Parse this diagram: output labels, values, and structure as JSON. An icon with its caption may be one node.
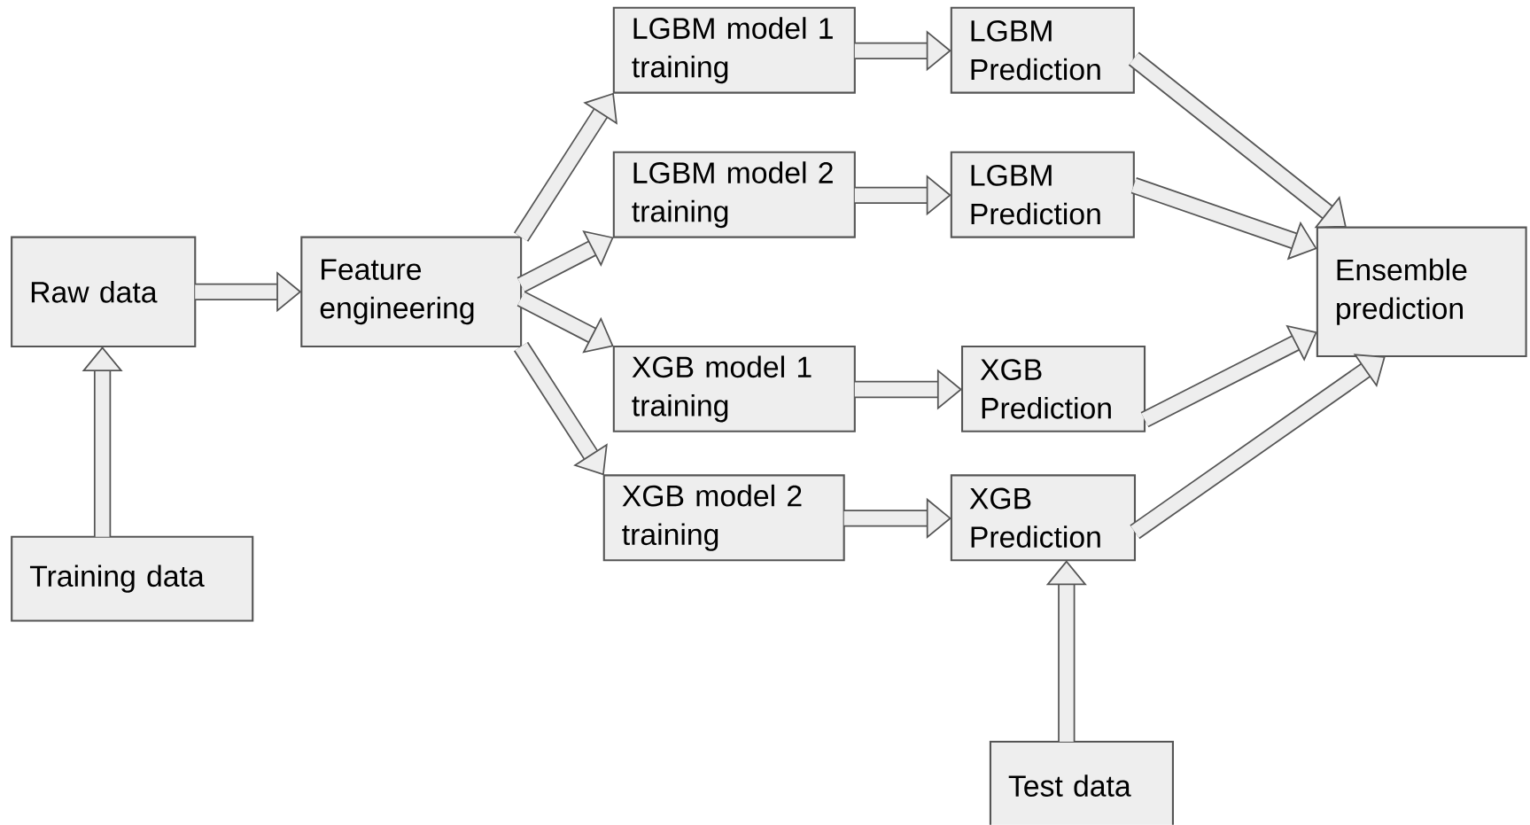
{
  "diagram": {
    "nodes": [
      {
        "text": [
          "Raw data"
        ]
      },
      {
        "text": [
          "Training data"
        ]
      },
      {
        "text": [
          "Feature engineering"
        ]
      },
      {
        "text": [
          "LGBM model 1 training"
        ]
      },
      {
        "text": [
          "LGBM model 2 training"
        ]
      },
      {
        "text": [
          "XGB model 1 training"
        ]
      },
      {
        "text": [
          "XGB model 2 training"
        ]
      },
      {
        "text": [
          "LGBM Prediction"
        ]
      },
      {
        "text": [
          "LGBM Prediction"
        ]
      },
      {
        "text": [
          "XGB Prediction"
        ]
      },
      {
        "text": [
          "XGB Prediction"
        ]
      },
      {
        "text": [
          "Ensemble prediction"
        ]
      },
      {
        "text": [
          "Test data"
        ]
      }
    ],
    "edges": [
      {
        "from": 1,
        "to": 0,
        "arrow": "to"
      },
      {
        "from": 0,
        "to": 2,
        "arrow": "to"
      },
      {
        "from": 2,
        "to": 3,
        "arrow": "to"
      },
      {
        "from": 2,
        "to": 4,
        "arrow": "to"
      },
      {
        "from": 2,
        "to": 5,
        "arrow": "to"
      },
      {
        "from": 2,
        "to": 6,
        "arrow": "to"
      },
      {
        "from": 3,
        "to": 7,
        "arrow": "to"
      },
      {
        "from": 4,
        "to": 8,
        "arrow": "to"
      },
      {
        "from": 5,
        "to": 9,
        "arrow": "to"
      },
      {
        "from": 6,
        "to": 10,
        "arrow": "to"
      },
      {
        "from": 7,
        "to": 11,
        "arrow": "to"
      },
      {
        "from": 8,
        "to": 11,
        "arrow": "to"
      },
      {
        "from": 9,
        "to": 11,
        "arrow": "to"
      },
      {
        "from": 10,
        "to": 11,
        "arrow": "to"
      },
      {
        "from": 12,
        "to": 10,
        "arrow": "to"
      }
    ]
  }
}
